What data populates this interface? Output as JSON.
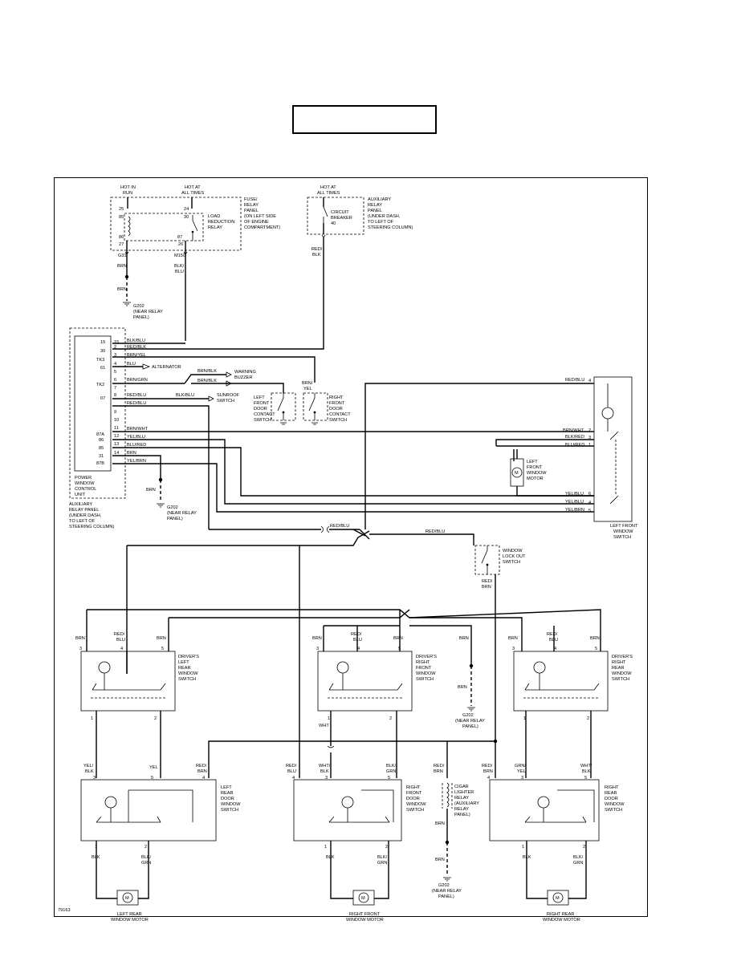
{
  "title_box": {
    "text": ""
  },
  "figure_id": "79163",
  "fuse_panel": {
    "hot_run": [
      "HOT IN",
      "RUN"
    ],
    "hot_all": [
      "HOT AT",
      "ALL TIMES"
    ],
    "name": [
      "FUSE/",
      "RELAY",
      "PANEL",
      "(ON LEFT SIDE",
      "OF ENGINE",
      "COMPARTMENT)"
    ],
    "relay": [
      "LOAD",
      "REDUCTION",
      "RELAY"
    ],
    "pins": [
      "25",
      "24",
      "85",
      "30",
      "86",
      "87",
      "27",
      "26"
    ],
    "conn_left": "G31",
    "conn_right": "M150",
    "wire_left": "BRN",
    "wire_right": [
      "BLK/",
      "BLU"
    ]
  },
  "aux_relay_top": {
    "hot_all": [
      "HOT AT",
      "ALL TIMES"
    ],
    "breaker": [
      "CIRCUIT",
      "BREAKER",
      "40"
    ],
    "name": [
      "AUXILIARY",
      "RELAY",
      "PANEL",
      "(UNDER DASH,",
      "TO LEFT OF",
      "STEERING COLUMN)"
    ],
    "wire_out": [
      "RED/",
      "BLK"
    ]
  },
  "ground_top": {
    "wire": "BRN",
    "label": [
      "G202",
      "(NEAR RELAY",
      "PANEL)"
    ]
  },
  "control_unit": {
    "pins": [
      "15",
      "2",
      "30",
      "3",
      "TK3",
      "4",
      "61",
      "5",
      "TK2",
      "6",
      "7",
      "07",
      "8",
      "9",
      "10",
      "11",
      "87A",
      "12",
      "86",
      "13",
      "85",
      "14",
      "31",
      "15",
      "87B"
    ],
    "wires": [
      "BLK/BLU",
      "RED/BLK",
      "BRN/YEL",
      "BLU",
      "BRN/GRN",
      "RED/BLU",
      "RED/BLU",
      "BRN/WHT",
      "YEL/BLU",
      "BLU/RED",
      "BRN",
      "YEL/BRN"
    ],
    "name": [
      "POWER",
      "WINDOW",
      "CONTROL",
      "UNIT"
    ],
    "panel": [
      "AUXILIARY",
      "RELAY PANEL",
      "(UNDER DASH,",
      "TO LEFT OF",
      "STEERING COLUMN)"
    ]
  },
  "alternator": "ALTERNATOR",
  "warning_buzzer": {
    "wires": [
      "BRN/BLK",
      "BRN/BLK"
    ],
    "label": [
      "WARNING",
      "BUZZER"
    ]
  },
  "sunroof": {
    "wire": "BLK/BLU",
    "label": [
      "SUNROOF",
      "SWITCH"
    ]
  },
  "left_door_contact": [
    "LEFT",
    "FRONT",
    "DOOR",
    "CONTACT",
    "SWITCH"
  ],
  "right_door_contact": [
    "RIGHT",
    "FRONT",
    "DOOR",
    "CONTACT",
    "SWITCH"
  ],
  "brn_yel": [
    "BRN/",
    "YEL"
  ],
  "ground_mid": {
    "wire": "BRN",
    "label": [
      "G202",
      "(NEAR RELAY",
      "PANEL)"
    ]
  },
  "left_front_switch": {
    "wires": [
      "RED/BLU",
      "BRN/WHT",
      "BLK/RED",
      "BLU/RED",
      "YEL/BLU",
      "YEL/BLU",
      "YEL/BRN"
    ],
    "pins": [
      "4",
      "2",
      "3",
      "1",
      "6",
      "4",
      "5"
    ],
    "name": [
      "LEFT FRONT",
      "WINDOW",
      "SWITCH"
    ]
  },
  "left_front_motor": [
    "LEFT",
    "FRONT",
    "WINDOW",
    "MOTOR"
  ],
  "red_blu_1": "RED/BLU",
  "red_blu_2": "RED/BLU",
  "lockout": {
    "name": [
      "WINDOW",
      "LOCK OUT",
      "SWITCH"
    ],
    "wire": [
      "RED/",
      "BRN"
    ]
  },
  "top_wires": {
    "brn": "BRN",
    "red_blu": [
      "RED/",
      "BLU"
    ]
  },
  "drivers_left_rear": [
    "DRIVER'S",
    "LEFT",
    "REAR",
    "WINDOW",
    "SWITCH"
  ],
  "drivers_right_front": [
    "DRIVER'S",
    "RIGHT",
    "FRONT",
    "WINDOW",
    "SWITCH"
  ],
  "drivers_right_rear": [
    "DRIVER'S",
    "RIGHT",
    "REAR",
    "WINDOW",
    "SWITCH"
  ],
  "pin_labels": [
    "3",
    "4",
    "5",
    "1",
    "2"
  ],
  "ground_lower": {
    "wire": "BRN",
    "label": [
      "G202",
      "(NEAR RELAY",
      "PANEL)"
    ]
  },
  "wht": "WHT",
  "lr_door": {
    "wires": [
      [
        "YEL/",
        "BLK"
      ],
      "YEL",
      [
        "RED/",
        "BRN"
      ]
    ],
    "name": [
      "LEFT",
      "REAR",
      "DOOR",
      "WINDOW",
      "SWITCH"
    ],
    "motor": [
      "LEFT REAR",
      "WINDOW MOTOR"
    ],
    "motor_wires": [
      "BLK",
      "BLK/",
      "GRN"
    ]
  },
  "rf_door": {
    "wires": [
      [
        "RED/",
        "BLU"
      ],
      [
        "WHT/",
        "BLK"
      ],
      [
        "BLK/",
        "GRN"
      ]
    ],
    "name": [
      "RIGHT",
      "FRONT",
      "DOOR",
      "WINDOW",
      "SWITCH"
    ],
    "motor": [
      "RIGHT FRONT",
      "WINDOW MOTOR"
    ],
    "motor_wires": [
      "BLK",
      "BLK/",
      "GRN"
    ]
  },
  "cigar": {
    "wire_in": [
      "RED/",
      "BRN"
    ],
    "name": [
      "CIGAR",
      "LIGHTER",
      "RELAY",
      "(AUXILIARY",
      "RELAY",
      "PANEL)"
    ],
    "wire_out": "BRN",
    "ground": [
      "G202",
      "(NEAR RELAY",
      "PANEL)"
    ]
  },
  "rr_door": {
    "wires": [
      [
        "RED/",
        "BRN"
      ],
      [
        "GRN/",
        "YEL"
      ],
      [
        "WHT/",
        "BLK"
      ]
    ],
    "name": [
      "RIGHT",
      "REAR",
      "DOOR",
      "WINDOW",
      "SWITCH"
    ],
    "motor": [
      "RIGHT REAR",
      "WINDOW MOTOR"
    ],
    "motor_wires": [
      "BLK",
      "BLK/",
      "GRN"
    ]
  },
  "motor_symbol": "M"
}
